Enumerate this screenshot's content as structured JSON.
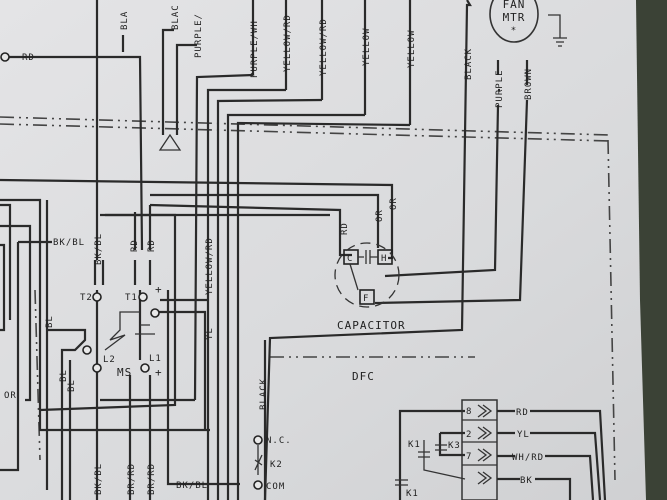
{
  "top_labels": {
    "bla": "BLA",
    "blac": "BLAC",
    "purple_partial": "PURPLE/",
    "purple_wh": "PURPLE/WH",
    "yellow_rd_1": "YELLOW/RD",
    "yellow_rd_2": "YELLOW/RD",
    "yellow_1": "YELLOW",
    "yellow_2": "YELLOW",
    "black": "BLACK",
    "purple": "PURPLE",
    "brown": "BROWN",
    "fan_motor": "FAN",
    "fan_motor_2": "MTR",
    "fan_star": "*",
    "rd": "RD"
  },
  "capacitor": {
    "title": "CAPACITOR",
    "rd": "RD",
    "or1": "OR",
    "or2": "OR",
    "c": "C",
    "h": "H",
    "f": "F"
  },
  "dfc": "DFC",
  "contactor": {
    "bk_bl_h": "BK/BL",
    "bk_bl_v": "BK/BL",
    "rd1": "RD",
    "rd2": "RD",
    "yellow_rd": "YELLOW/RD",
    "t2": "T2",
    "t1": "T1",
    "plus1": "+",
    "bl": "BL",
    "yl": "YL",
    "l2": "L2",
    "l1": "L1",
    "ms": "MS",
    "plus2": "+",
    "bl2": "BL",
    "bl3": "BL",
    "or": "OR",
    "bottom_bk_bl": "BK/BL",
    "br_rd1": "BR/RD",
    "br_rd2": "BR/RD",
    "bk_bl_bottom_h": "BK/BL"
  },
  "relay": {
    "black": "BLACK",
    "nc": "N.C.",
    "k2": "K2",
    "com": "COM"
  },
  "connector": {
    "pin8": "8",
    "rd": "RD",
    "pin2": "2",
    "yl": "YL",
    "k1": "K1",
    "k3": "K3",
    "pin7": "7",
    "wh_rd": "WH/RD",
    "bk": "BK",
    "k1_bottom": "K1"
  }
}
